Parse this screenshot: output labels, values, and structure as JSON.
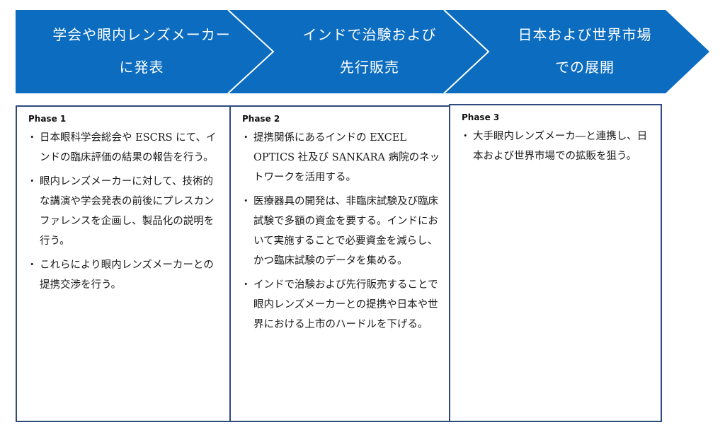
{
  "colors": {
    "arrow_fill": "#0b6cc0",
    "arrow_divider": "#ffffff",
    "box_border": "#2f4a7e"
  },
  "steps": [
    {
      "line1": "学会や眼内レンズメーカー",
      "line2": "に発表"
    },
    {
      "line1": "インドで治験および",
      "line2": "先行販売"
    },
    {
      "line1": "日本および世界市場",
      "line2": "での展開"
    }
  ],
  "phases": [
    {
      "title": "Phase 1",
      "bullets": [
        "日本眼科学会総会や ESCRS にて、インドの臨床評価の結果の報告を行う。",
        "眼内レンズメーカーに対して、技術的な講演や学会発表の前後にプレスカンファレンスを企画し、製品化の説明を行う。",
        "これらにより眼内レンズメーカーとの提携交渉を行う。"
      ]
    },
    {
      "title": "Phase 2",
      "bullets": [
        "提携関係にあるインドの EXCEL OPTICS 社及び SANKARA 病院のネットワークを活用する。",
        "医療器具の開発は、非臨床試験及び臨床試験で多額の資金を要する。インドにおいて実施することで必要資金を減らし、かつ臨床試験のデータを集める。",
        "インドで治験および先行販売することで眼内レンズメーカーとの提携や日本や世界における上市のハードルを下げる。"
      ]
    },
    {
      "title": "Phase 3",
      "bullets": [
        "大手眼内レンズメーカ―と連携し、日本および世界市場での拡販を狙う。"
      ]
    }
  ]
}
